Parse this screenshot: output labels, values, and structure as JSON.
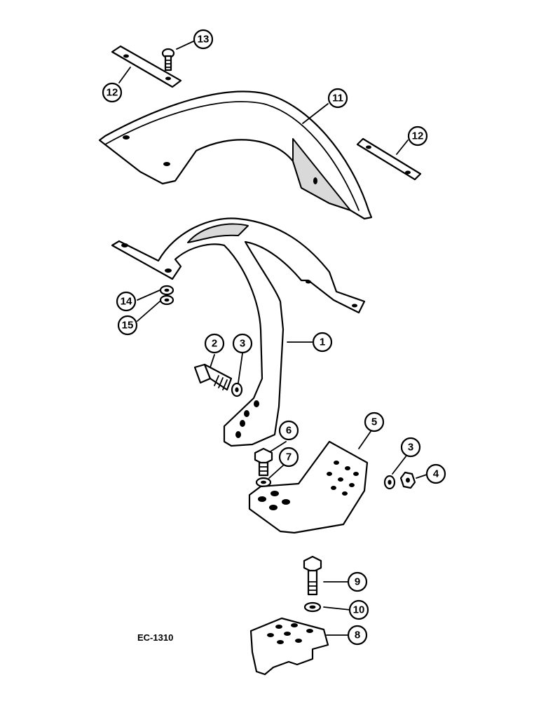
{
  "drawing_code": "EC-1310",
  "callouts": [
    {
      "label": "13"
    },
    {
      "label": "12"
    },
    {
      "label": "11"
    },
    {
      "label": "12"
    },
    {
      "label": "14"
    },
    {
      "label": "15"
    },
    {
      "label": "2"
    },
    {
      "label": "3"
    },
    {
      "label": "1"
    },
    {
      "label": "6"
    },
    {
      "label": "7"
    },
    {
      "label": "5"
    },
    {
      "label": "3"
    },
    {
      "label": "4"
    },
    {
      "label": "9"
    },
    {
      "label": "10"
    },
    {
      "label": "8"
    }
  ]
}
